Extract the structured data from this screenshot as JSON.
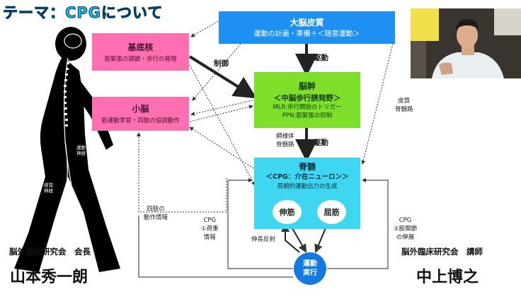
{
  "title": "テーマ：CPGについて",
  "nodes": {
    "cortex": {
      "title": "大脳皮質",
      "sub": "運動の計画・準備＋＜随意運動＞"
    },
    "basal": {
      "title": "基底核",
      "sub": "筋緊張の調節・歩行の発現"
    },
    "cerebellum": {
      "title": "小脳",
      "sub": "筋運動学習・四肢の協調動作"
    },
    "brainstem": {
      "title": "脳幹",
      "sub1": "＜中脳歩行誘発野＞",
      "sub2": "MLR:歩行開始のトリガー",
      "sub3": "PPN:筋緊張の抑制"
    },
    "spinal": {
      "title": "脊髄",
      "sub1": "＜CPG：介在ニューロン＞",
      "sub2": "周期的運動出力の生成"
    },
    "extensor": "伸筋",
    "flexor": "屈筋",
    "exec": {
      "line1": "運動",
      "line2": "実行"
    }
  },
  "edges": {
    "control": "制御",
    "drive1": "駆動",
    "drive2": "駆動",
    "reticulospinal": {
      "line1": "網様体",
      "line2": "脊髄路"
    },
    "corticospinal": {
      "line1": "皮質",
      "line2": "脊髄路"
    },
    "limb_info": {
      "line1": "四肢の",
      "line2": "動作情報"
    },
    "cpg_load": {
      "line1": "CPG",
      "line2": "①荷重",
      "line3": "情報"
    },
    "cpg_hip": {
      "line1": "CPG",
      "line2": "②股関節",
      "line3": "の伸展"
    },
    "stretch_reflex": "伸長反射"
  },
  "body_labels": {
    "motor_nerve": {
      "line1": "運動",
      "line2": "神経"
    },
    "sensory_nerve": {
      "line1": "感覚",
      "line2": "神経"
    }
  },
  "people": {
    "left": {
      "org": "脳外臨床研究会　会長",
      "name": "山本秀一朗"
    },
    "right": {
      "org": "脳外臨床研究会　講師",
      "name": "中上博之"
    }
  },
  "colors": {
    "cortex": "#1e90f2",
    "basal": "#ff6fb1",
    "brainstem": "#7fe02b",
    "spinal": "#3fd6f2",
    "exec": "#1479e0",
    "title": "#19b6e6"
  }
}
